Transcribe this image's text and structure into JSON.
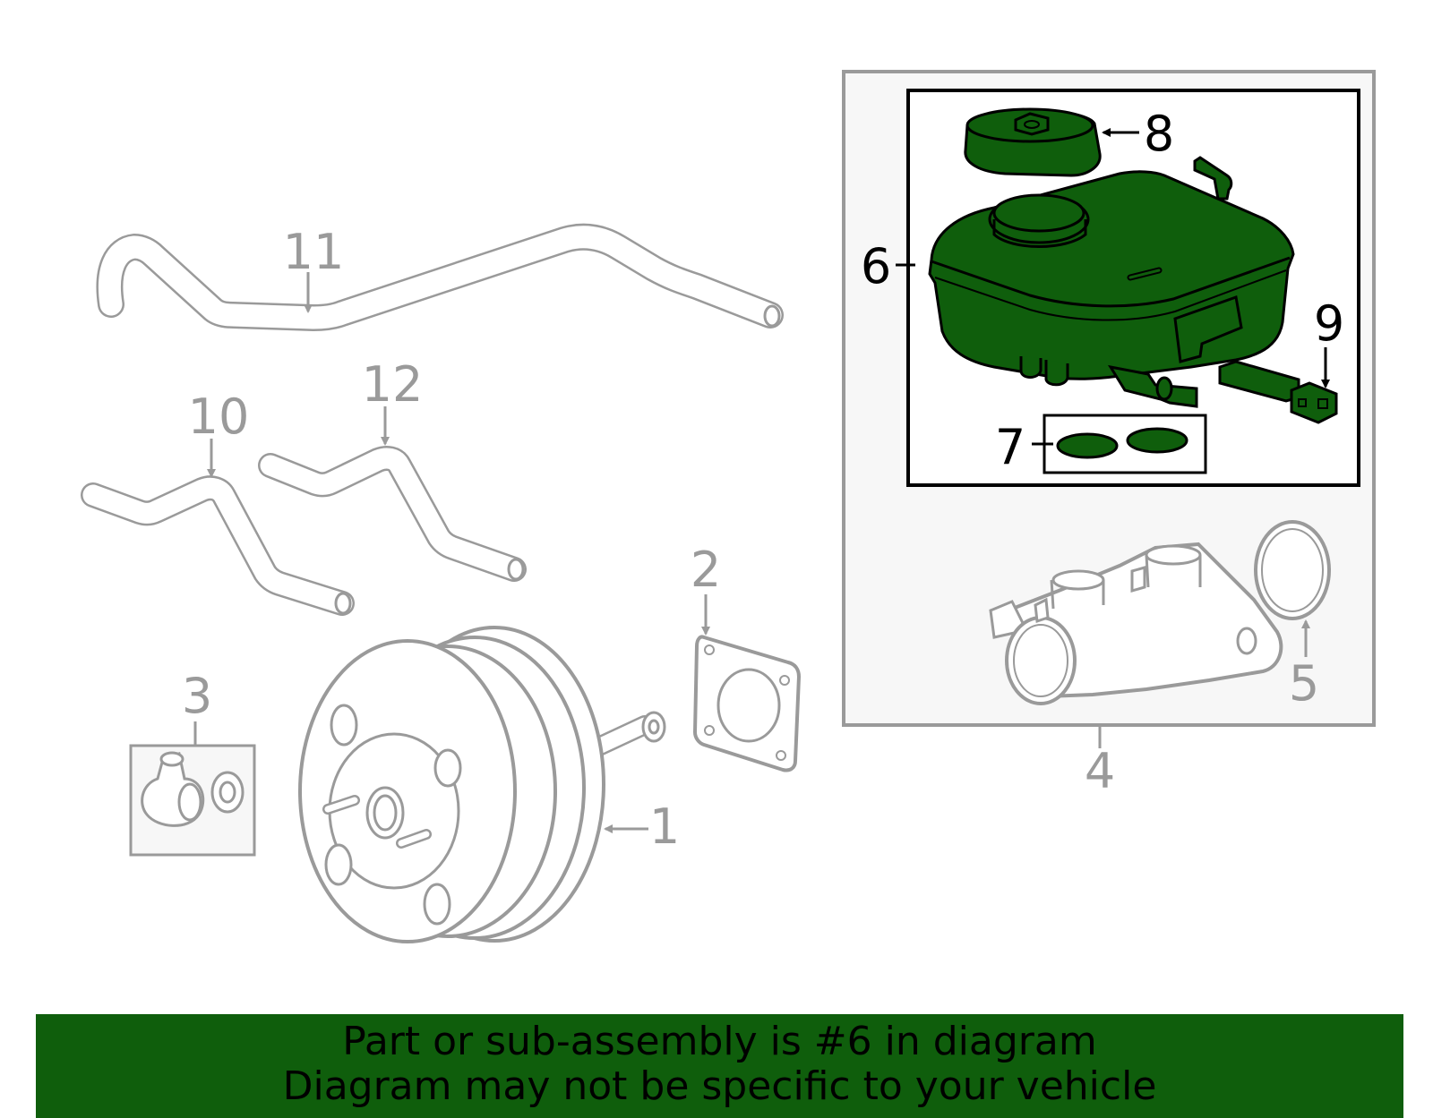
{
  "colors": {
    "highlight": "#0f5e0c",
    "part_line": "#9a9a9a",
    "highlight_outline": "#000000"
  },
  "callouts": {
    "c1": "1",
    "c2": "2",
    "c3": "3",
    "c4": "4",
    "c5": "5",
    "c6": "6",
    "c7": "7",
    "c8": "8",
    "c9": "9",
    "c10": "10",
    "c11": "11",
    "c12": "12"
  },
  "banner": {
    "line1": "Part or sub-assembly is #6 in diagram",
    "line2": "Diagram may not be specific to your vehicle"
  }
}
